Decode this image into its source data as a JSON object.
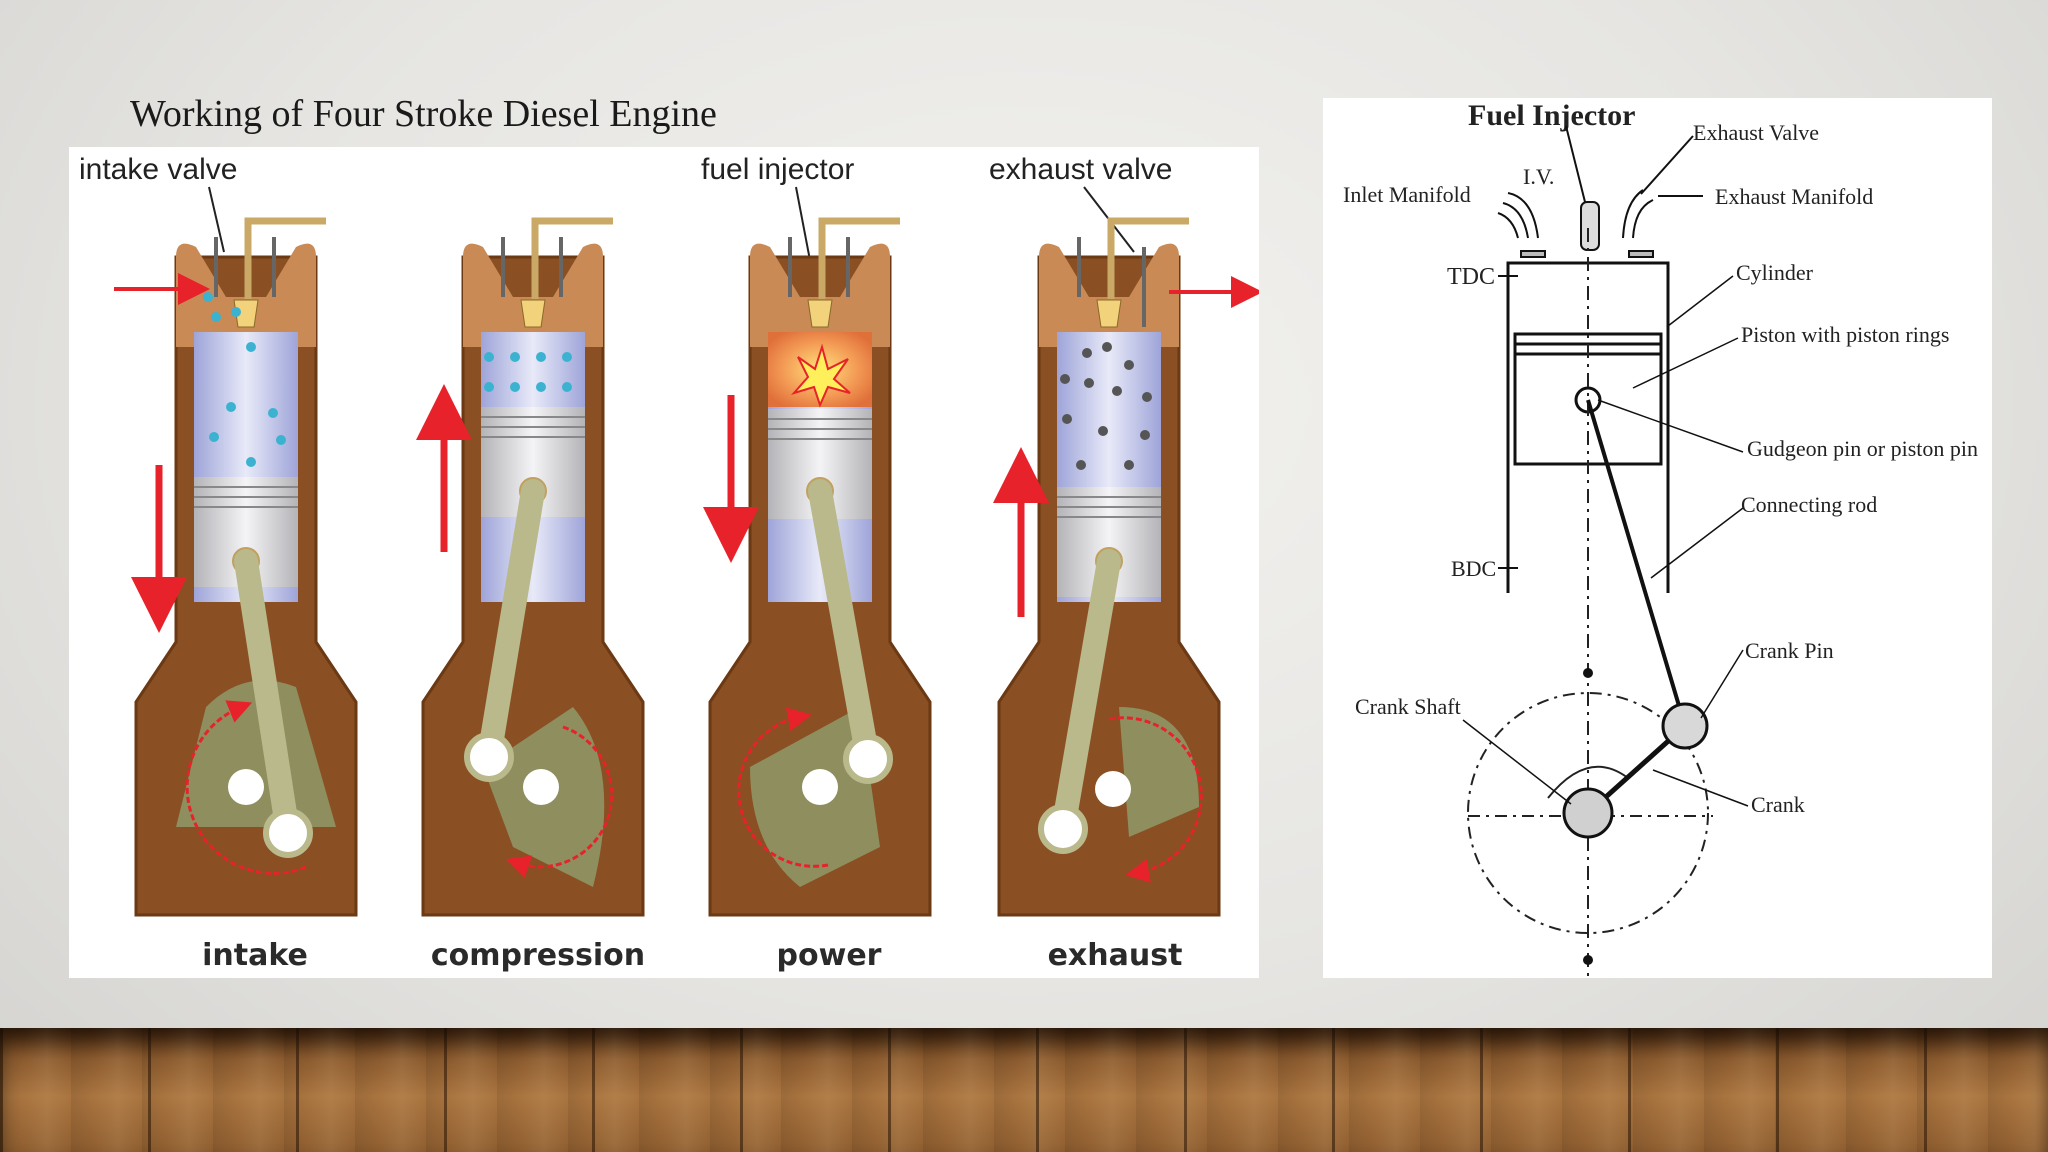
{
  "slide": {
    "title": "Working of Four Stroke Diesel Engine"
  },
  "engine_cycle": {
    "top_labels": {
      "intake_valve": "intake valve",
      "fuel_injector": "fuel injector",
      "exhaust_valve": "exhaust valve"
    },
    "stages": [
      "intake",
      "compression",
      "power",
      "exhaust"
    ]
  },
  "engine_diagram": {
    "title": "Fuel Injector",
    "labels": {
      "iv": "I.V.",
      "inlet_manifold": "Inlet Manifold",
      "exhaust_valve": "Exhaust Valve",
      "exhaust_manifold": "Exhaust Manifold",
      "tdc": "TDC",
      "bdc": "BDC",
      "cylinder": "Cylinder",
      "piston": "Piston with piston rings",
      "gudgeon_pin": "Gudgeon pin or piston pin",
      "connecting_rod": "Connecting rod",
      "crank_pin": "Crank Pin",
      "crank_shaft": "Crank Shaft",
      "crank": "Crank"
    }
  },
  "colors": {
    "arrow": "#e8222a",
    "crankcase": "#8a4f22",
    "cylinder_wall": "#c98a55",
    "piston": "#d9d9dc",
    "rod": "#b9b98c",
    "charge_air": "#b9c0e6",
    "air_dots": "#3ab2d0",
    "exhaust_dots": "#555555"
  }
}
